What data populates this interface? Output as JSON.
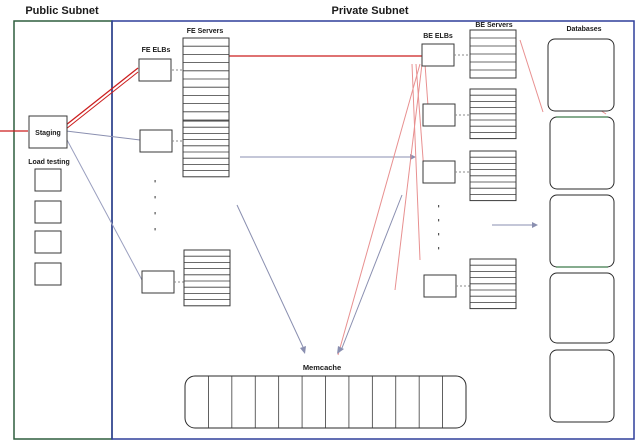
{
  "subnets": {
    "public": {
      "title": "Public Subnet"
    },
    "private": {
      "title": "Private Subnet"
    }
  },
  "public_nodes": {
    "staging": "Staging",
    "load_testing": "Load testing"
  },
  "groups": {
    "fe_elbs": "FE ELBs",
    "fe_servers": "FE Servers",
    "be_elbs": "BE ELBs",
    "be_servers": "BE Servers",
    "databases": "Databases",
    "memcache": "Memcache"
  },
  "colors": {
    "public_border": "#2e5e3e",
    "private_border": "#2f3f9a",
    "db_border_green": "#3f7a4a",
    "red_line": "#cc1f1f",
    "pink_line": "#e89090",
    "grey_line": "#8a8fb0",
    "node_border": "#3a3a3a"
  }
}
